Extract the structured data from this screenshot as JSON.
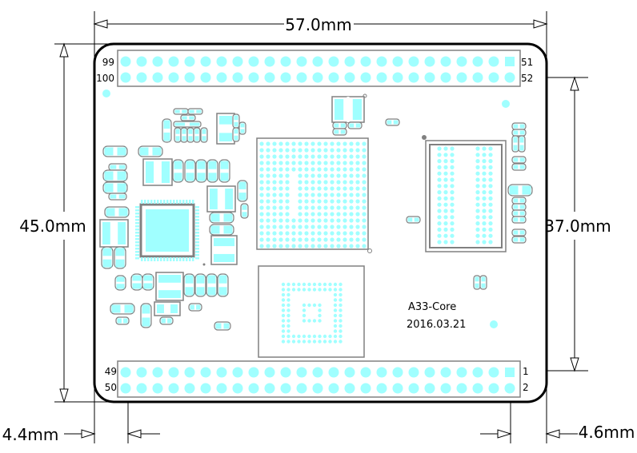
{
  "dimensions": {
    "width": "57.0mm",
    "height": "45.0mm",
    "header_span": "37.0mm",
    "left_offset": "4.4mm",
    "right_offset": "4.6mm"
  },
  "pin_labels": {
    "top_left_row1": "99",
    "top_left_row2": "100",
    "top_right_row1": "51",
    "top_right_row2": "52",
    "bottom_left_row1": "49",
    "bottom_left_row2": "50",
    "bottom_right_row1": "1",
    "bottom_right_row2": "2"
  },
  "board": {
    "name": "A33-Core",
    "date": "2016.03.21"
  },
  "colors": {
    "pad": "#a0ffff",
    "outline": "#000000",
    "component": "#808080"
  }
}
